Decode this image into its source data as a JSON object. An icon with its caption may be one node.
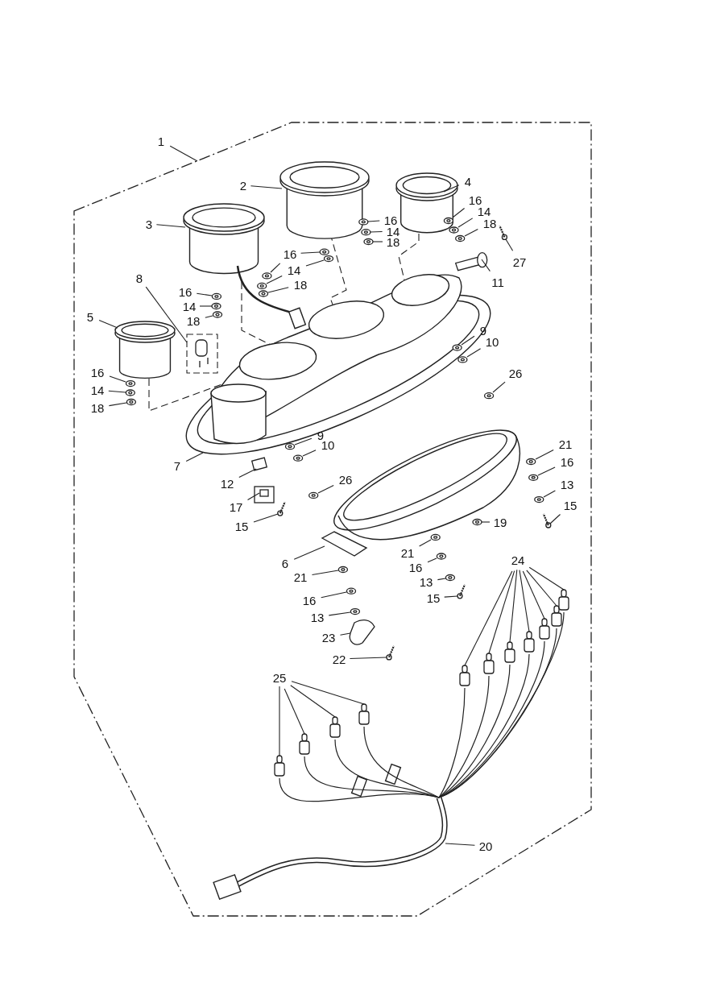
{
  "diagram": {
    "nodes": [
      {
        "text": [
          "1"
        ]
      },
      {
        "text": [
          "4"
        ]
      },
      {
        "text": [
          "2"
        ]
      },
      {
        "text": [
          "16"
        ]
      },
      {
        "text": [
          "14"
        ]
      },
      {
        "text": [
          "16"
        ]
      },
      {
        "text": [
          "18"
        ]
      },
      {
        "text": [
          "3"
        ]
      },
      {
        "text": [
          "14"
        ]
      },
      {
        "text": [
          "18"
        ]
      },
      {
        "text": [
          "16"
        ]
      },
      {
        "text": [
          "27"
        ]
      },
      {
        "text": [
          "14"
        ]
      },
      {
        "text": [
          "8"
        ]
      },
      {
        "text": [
          "11"
        ]
      },
      {
        "text": [
          "18"
        ]
      },
      {
        "text": [
          "16"
        ]
      },
      {
        "text": [
          "14"
        ]
      },
      {
        "text": [
          "5"
        ]
      },
      {
        "text": [
          "18"
        ]
      },
      {
        "text": [
          "9"
        ]
      },
      {
        "text": [
          "10"
        ]
      },
      {
        "text": [
          "16"
        ]
      },
      {
        "text": [
          "26"
        ]
      },
      {
        "text": [
          "14"
        ]
      },
      {
        "text": [
          "18"
        ]
      },
      {
        "text": [
          "9"
        ]
      },
      {
        "text": [
          "21"
        ]
      },
      {
        "text": [
          "10"
        ]
      },
      {
        "text": [
          "16"
        ]
      },
      {
        "text": [
          "7"
        ]
      },
      {
        "text": [
          "26"
        ]
      },
      {
        "text": [
          "12"
        ]
      },
      {
        "text": [
          "13"
        ]
      },
      {
        "text": [
          "15"
        ]
      },
      {
        "text": [
          "17"
        ]
      },
      {
        "text": [
          "19"
        ]
      },
      {
        "text": [
          "15"
        ]
      },
      {
        "text": [
          "21"
        ]
      },
      {
        "text": [
          "24"
        ]
      },
      {
        "text": [
          "6"
        ]
      },
      {
        "text": [
          "16"
        ]
      },
      {
        "text": [
          "21"
        ]
      },
      {
        "text": [
          "13"
        ]
      },
      {
        "text": [
          "15"
        ]
      },
      {
        "text": [
          "16"
        ]
      },
      {
        "text": [
          "13"
        ]
      },
      {
        "text": [
          "23"
        ]
      },
      {
        "text": [
          "22"
        ]
      },
      {
        "text": [
          "25"
        ]
      },
      {
        "text": [
          "20"
        ]
      },
      {
        "text": [],
        "shape": "picture"
      },
      {
        "text": [],
        "shape": "picture"
      },
      {
        "text": [],
        "shape": "picture"
      },
      {
        "text": [],
        "shape": "picture"
      },
      {
        "text": [],
        "shape": "picture"
      },
      {
        "text": [],
        "shape": "picture"
      },
      {
        "text": [],
        "shape": "picture"
      },
      {
        "text": [],
        "shape": "picture"
      },
      {
        "text": [],
        "shape": "picture"
      },
      {
        "text": [],
        "shape": "picture"
      },
      {
        "text": [],
        "shape": "picture"
      },
      {
        "text": [],
        "shape": "picture"
      },
      {
        "text": [],
        "shape": "box"
      },
      {
        "text": [],
        "shape": "picture"
      },
      {
        "text": [],
        "shape": "picture"
      },
      {
        "text": [],
        "shape": "picture"
      },
      {
        "text": [],
        "shape": "picture"
      },
      {
        "text": [],
        "shape": "picture"
      },
      {
        "text": [],
        "shape": "picture"
      },
      {
        "text": [],
        "shape": "picture"
      },
      {
        "text": [],
        "shape": "picture"
      },
      {
        "text": [],
        "shape": "picture"
      },
      {
        "text": [],
        "shape": "picture"
      },
      {
        "text": [],
        "shape": "picture"
      },
      {
        "text": [],
        "shape": "picture"
      },
      {
        "text": [],
        "shape": "picture"
      },
      {
        "text": [],
        "shape": "picture"
      },
      {
        "text": [],
        "shape": "picture"
      },
      {
        "text": [],
        "shape": "box"
      },
      {
        "text": [],
        "shape": "picture"
      },
      {
        "text": [],
        "shape": "picture"
      },
      {
        "text": [],
        "shape": "picture"
      },
      {
        "text": [],
        "shape": "picture"
      },
      {
        "text": [],
        "shape": "picture"
      },
      {
        "text": [],
        "shape": "picture"
      },
      {
        "text": [],
        "shape": "box"
      },
      {
        "text": [],
        "shape": "box"
      },
      {
        "text": [],
        "shape": "box"
      },
      {
        "text": [],
        "shape": "box"
      },
      {
        "text": [],
        "shape": "box"
      },
      {
        "text": [],
        "shape": "box"
      },
      {
        "text": [],
        "shape": "box"
      },
      {
        "text": [],
        "shape": "picture"
      },
      {
        "text": [],
        "shape": "picture"
      },
      {
        "text": [],
        "shape": "picture"
      },
      {
        "text": [],
        "shape": "picture"
      },
      {
        "text": [],
        "shape": "picture"
      },
      {
        "text": [],
        "shape": "picture"
      },
      {
        "text": [],
        "shape": "picture"
      },
      {
        "text": [],
        "shape": "picture"
      },
      {
        "text": [],
        "shape": "box"
      },
      {
        "text": [],
        "shape": "box"
      },
      {
        "text": [],
        "shape": "box"
      },
      {
        "text": [],
        "shape": "box"
      }
    ],
    "edges": [
      {
        "from": 0,
        "to": null,
        "arrow": "none"
      },
      {
        "from": 1,
        "to": null,
        "arrow": "none"
      },
      {
        "from": 2,
        "to": null,
        "arrow": "none"
      },
      {
        "from": 3,
        "to": 51,
        "arrow": "none"
      },
      {
        "from": 4,
        "to": 52,
        "arrow": "none"
      },
      {
        "from": 5,
        "to": 53,
        "arrow": "none"
      },
      {
        "from": 6,
        "to": 54,
        "arrow": "none"
      },
      {
        "from": 7,
        "to": null,
        "arrow": "none"
      },
      {
        "from": 8,
        "to": 55,
        "arrow": "none"
      },
      {
        "from": 9,
        "to": 56,
        "arrow": "none"
      },
      {
        "from": 10,
        "to": 57,
        "arrow": "none"
      },
      {
        "from": 10,
        "to": 58,
        "arrow": "none"
      },
      {
        "from": 11,
        "to": 59,
        "arrow": "none"
      },
      {
        "from": 12,
        "to": 60,
        "arrow": "none"
      },
      {
        "from": 12,
        "to": 61,
        "arrow": "none"
      },
      {
        "from": 13,
        "to": 62,
        "arrow": "none"
      },
      {
        "from": 14,
        "to": 63,
        "arrow": "none"
      },
      {
        "from": 15,
        "to": 64,
        "arrow": "none"
      },
      {
        "from": 16,
        "to": 65,
        "arrow": "none"
      },
      {
        "from": 17,
        "to": 66,
        "arrow": "none"
      },
      {
        "from": 18,
        "to": null,
        "arrow": "none"
      },
      {
        "from": 19,
        "to": 67,
        "arrow": "none"
      },
      {
        "from": 20,
        "to": 68,
        "arrow": "none"
      },
      {
        "from": 21,
        "to": 69,
        "arrow": "none"
      },
      {
        "from": 22,
        "to": 70,
        "arrow": "none"
      },
      {
        "from": 23,
        "to": 71,
        "arrow": "none"
      },
      {
        "from": 24,
        "to": 72,
        "arrow": "none"
      },
      {
        "from": 25,
        "to": 73,
        "arrow": "none"
      },
      {
        "from": 26,
        "to": 74,
        "arrow": "none"
      },
      {
        "from": 27,
        "to": 75,
        "arrow": "none"
      },
      {
        "from": 28,
        "to": 76,
        "arrow": "none"
      },
      {
        "from": 29,
        "to": 77,
        "arrow": "none"
      },
      {
        "from": 30,
        "to": null,
        "arrow": "none"
      },
      {
        "from": 31,
        "to": 78,
        "arrow": "none"
      },
      {
        "from": 32,
        "to": 79,
        "arrow": "none"
      },
      {
        "from": 33,
        "to": 80,
        "arrow": "none"
      },
      {
        "from": 34,
        "to": 81,
        "arrow": "none"
      },
      {
        "from": 35,
        "to": 82,
        "arrow": "none"
      },
      {
        "from": 36,
        "to": 83,
        "arrow": "none"
      },
      {
        "from": 37,
        "to": 84,
        "arrow": "none"
      },
      {
        "from": 38,
        "to": 85,
        "arrow": "none"
      },
      {
        "from": 39,
        "to": 86,
        "arrow": "none"
      },
      {
        "from": 39,
        "to": 87,
        "arrow": "none"
      },
      {
        "from": 39,
        "to": 88,
        "arrow": "none"
      },
      {
        "from": 39,
        "to": 89,
        "arrow": "none"
      },
      {
        "from": 39,
        "to": 90,
        "arrow": "none"
      },
      {
        "from": 39,
        "to": 91,
        "arrow": "none"
      },
      {
        "from": 39,
        "to": 92,
        "arrow": "none"
      },
      {
        "from": 40,
        "to": null,
        "arrow": "none"
      },
      {
        "from": 41,
        "to": 93,
        "arrow": "none"
      },
      {
        "from": 42,
        "to": 94,
        "arrow": "none"
      },
      {
        "from": 43,
        "to": 95,
        "arrow": "none"
      },
      {
        "from": 44,
        "to": 96,
        "arrow": "none"
      },
      {
        "from": 45,
        "to": 97,
        "arrow": "none"
      },
      {
        "from": 46,
        "to": 98,
        "arrow": "none"
      },
      {
        "from": 47,
        "to": 99,
        "arrow": "none"
      },
      {
        "from": 48,
        "to": 100,
        "arrow": "none"
      },
      {
        "from": 49,
        "to": 101,
        "arrow": "none"
      },
      {
        "from": 49,
        "to": 102,
        "arrow": "none"
      },
      {
        "from": 49,
        "to": 103,
        "arrow": "none"
      },
      {
        "from": 49,
        "to": 104,
        "arrow": "none"
      },
      {
        "from": 50,
        "to": null,
        "arrow": "none"
      }
    ]
  }
}
